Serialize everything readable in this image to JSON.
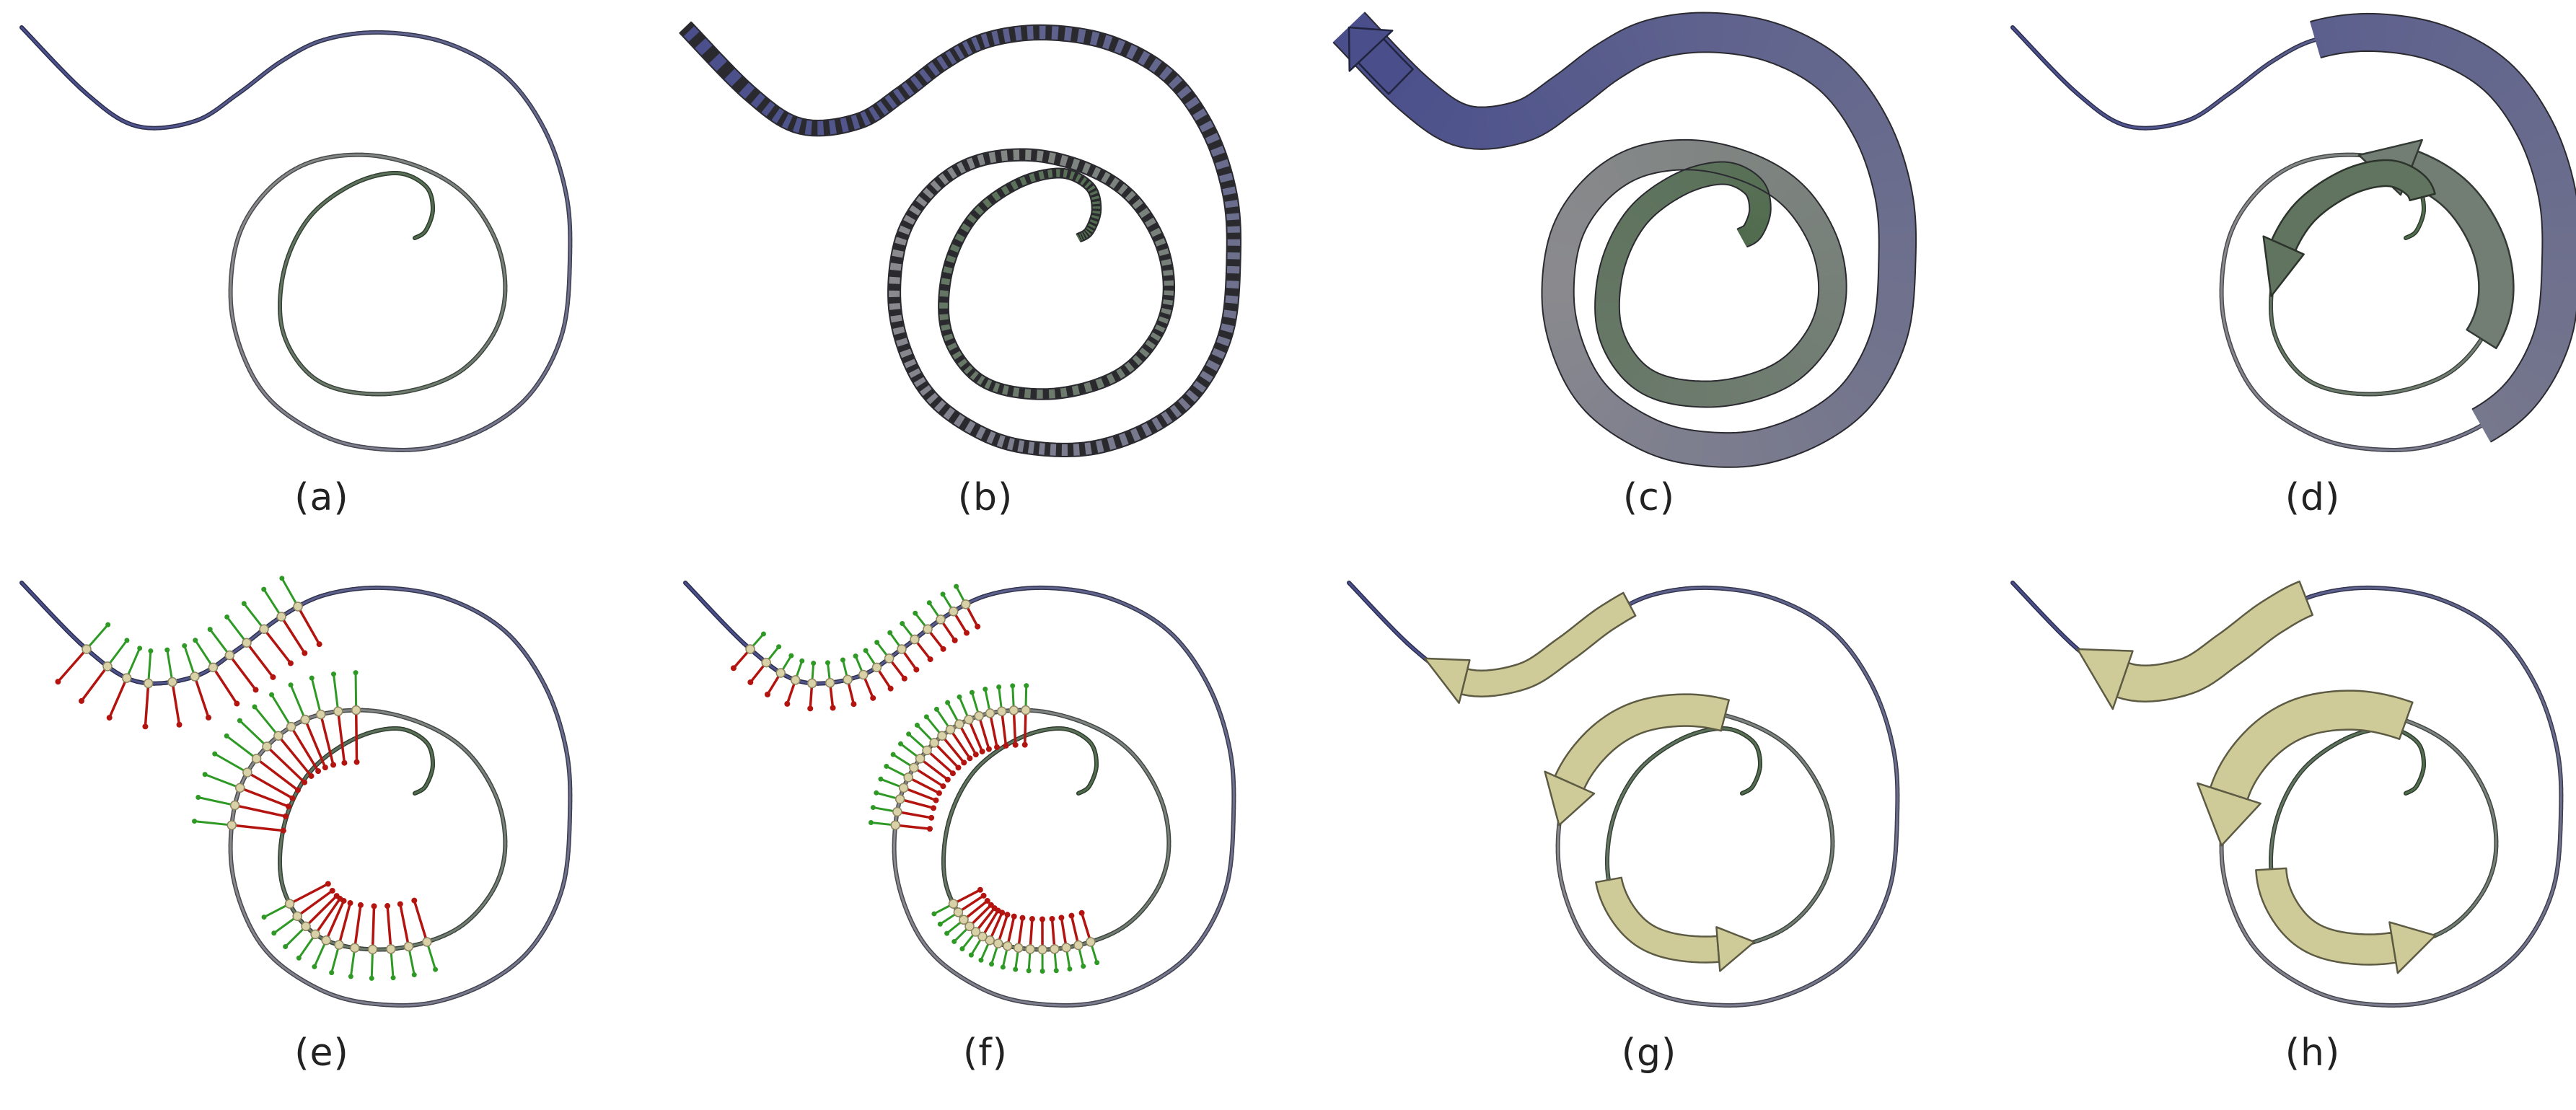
{
  "figure": {
    "panels": [
      {
        "id": "a",
        "caption": "(a)",
        "style": "thin-tube"
      },
      {
        "id": "b",
        "caption": "(b)",
        "style": "striped-ribbon"
      },
      {
        "id": "c",
        "caption": "(c)",
        "style": "wide-ribbon"
      },
      {
        "id": "d",
        "caption": "(d)",
        "style": "partial-arrows"
      },
      {
        "id": "e",
        "caption": "(e)",
        "style": "vector-glyphs"
      },
      {
        "id": "f",
        "caption": "(f)",
        "style": "vector-glyphs-compact"
      },
      {
        "id": "g",
        "caption": "(g)",
        "style": "tan-arrows"
      },
      {
        "id": "h",
        "caption": "(h)",
        "style": "tan-arrows-flat"
      }
    ],
    "colors": {
      "start": "#4a4f8c",
      "mid": "#8a8a8e",
      "end": "#4f6b4c",
      "stripe_dark": "#2a2a2e",
      "arrow_tan": "#cfcb98",
      "arrow_tan_dark": "#8c8860",
      "vector_red": "#b3140f",
      "vector_green": "#2e9a25",
      "bead": "#d9d1a8"
    }
  }
}
